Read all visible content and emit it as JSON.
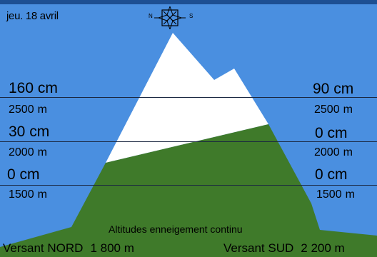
{
  "header": {
    "date": "jeu. 18 avril",
    "compass": {
      "icon": "compass-rose-icon",
      "north_label": "N",
      "south_label": "S"
    }
  },
  "colors": {
    "sky": "#4a8fe0",
    "snow": "#ffffff",
    "grass": "#3f7a2a",
    "lines": "#1a2740"
  },
  "left": {
    "rows": [
      {
        "snow": "160 cm",
        "altitude": "2500",
        "unit": "m"
      },
      {
        "snow": "30 cm",
        "altitude": "2000",
        "unit": "m"
      },
      {
        "snow": "0 cm",
        "altitude": "1500",
        "unit": "m"
      }
    ]
  },
  "right": {
    "rows": [
      {
        "snow": "90 cm",
        "altitude": "2500",
        "unit": "m"
      },
      {
        "snow": "0 cm",
        "altitude": "2000",
        "unit": "m"
      },
      {
        "snow": "0 cm",
        "altitude": "1500",
        "unit": "m"
      }
    ]
  },
  "footer": {
    "title": "Altitudes enneigement continu",
    "north": {
      "label": "Versant NORD",
      "value": "1 800 m"
    },
    "south": {
      "label": "Versant SUD",
      "value": "2 200 m"
    }
  }
}
